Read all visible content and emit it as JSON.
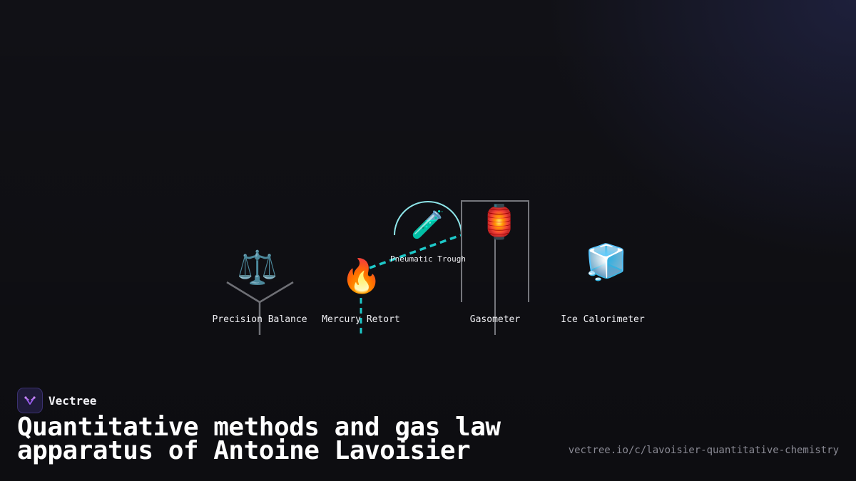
{
  "brand": {
    "name": "Vectree",
    "logo_icon": "vectree-logo-icon"
  },
  "title": "Quantitative methods and gas law apparatus of Antoine Lavoisier",
  "url": "vectree.io/c/lavoisier-quantitative-chemistry",
  "diagram": {
    "nodes": [
      {
        "id": "balance",
        "label": "Precision Balance",
        "icon": "balance-scale-icon",
        "glyph": "⚖️"
      },
      {
        "id": "retort",
        "label": "Mercury Retort",
        "icon": "flame-icon",
        "glyph": "🔥"
      },
      {
        "id": "trough",
        "label": "Pneumatic Trough",
        "icon": "test-tube-icon",
        "glyph": "🧪"
      },
      {
        "id": "gasometer",
        "label": "Gasometer",
        "icon": "lantern-icon",
        "glyph": "🏮"
      },
      {
        "id": "calorimeter",
        "label": "Ice Calorimeter",
        "icon": "ice-cube-icon",
        "glyph": "🧊"
      }
    ],
    "colors": {
      "accent": "#1ec8c8",
      "arc": "#8ee6ea",
      "line": "#7a7a82",
      "background": "#111116"
    }
  }
}
